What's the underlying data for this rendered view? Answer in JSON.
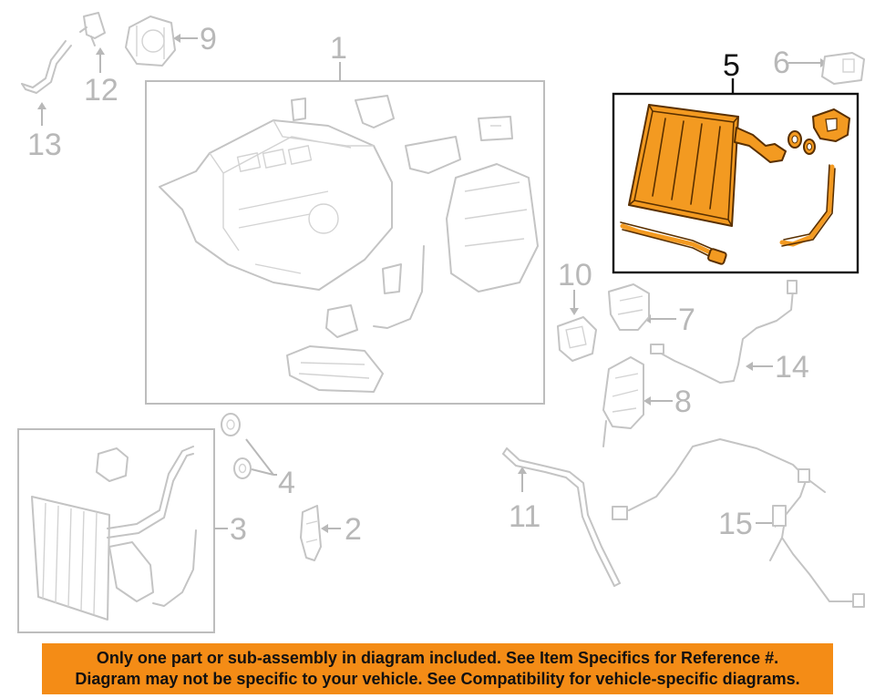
{
  "callouts": {
    "c1": "1",
    "c2": "2",
    "c3": "3",
    "c4": "4",
    "c5": "5",
    "c6": "6",
    "c7": "7",
    "c8": "8",
    "c9": "9",
    "c10": "10",
    "c11": "11",
    "c12": "12",
    "c13": "13",
    "c14": "14",
    "c15": "15"
  },
  "highlight": {
    "part": "5",
    "color": "#f39a21"
  },
  "notice": {
    "line1": "Only one part or sub-assembly in diagram included. See Item Specifics for Reference #.",
    "line2": "Diagram may not be specific to your vehicle. See Compatibility for vehicle-specific diagrams.",
    "background": "#f48c16"
  }
}
